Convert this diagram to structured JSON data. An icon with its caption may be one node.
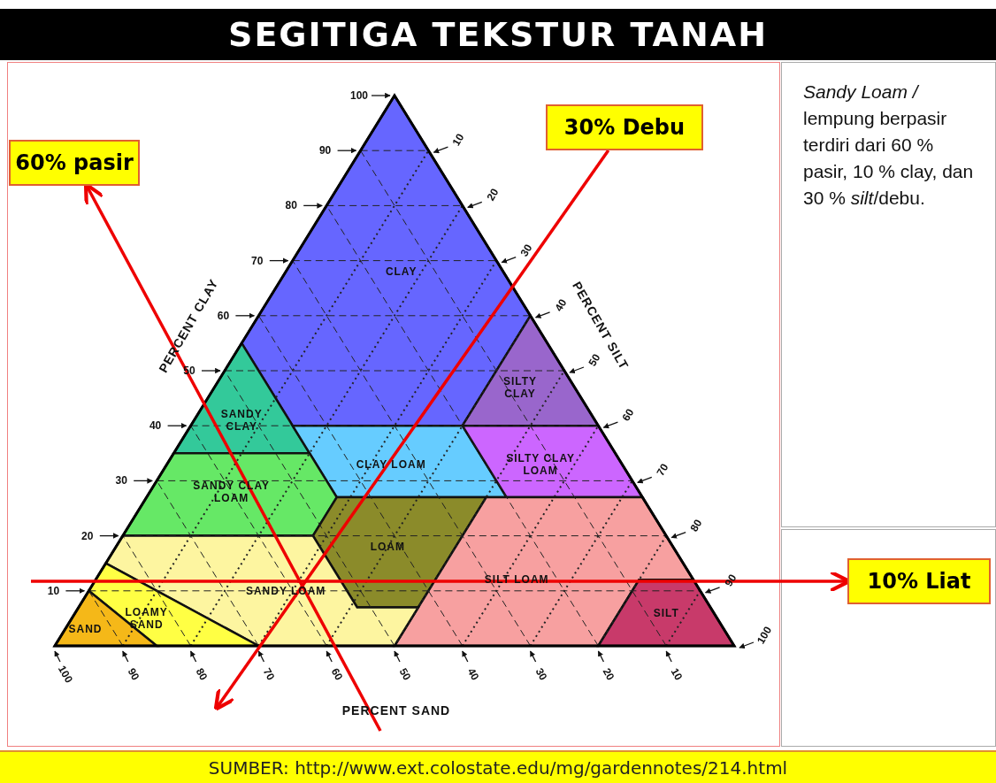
{
  "diagram": {
    "title": "SEGITIGA TEKSTUR TANAH",
    "caption": "SUMBER: http://www.ext.colostate.edu/mg/gardennotes/214.html",
    "nodes": [
      {
        "text": [
          "*Sandy Loam /* lempung berpasir terdiri dari 60 % pasir, 10 % clay, dan 30 % *silt*/debu."
        ]
      },
      {
        "text": [
          "30% Debu"
        ]
      },
      {
        "text": [
          "60% pasir"
        ]
      },
      {
        "text": [
          "CLAY"
        ]
      },
      {
        "text": [
          "SILTY CLAY"
        ]
      },
      {
        "text": [
          "SANDY CLAY"
        ]
      },
      {
        "text": [
          "CLAY LOAM"
        ]
      },
      {
        "text": [
          "SILTY CLAY LOAM"
        ]
      },
      {
        "text": [
          "SANDY CLAY LOAM"
        ]
      },
      {
        "text": [
          "LOAM"
        ]
      },
      {
        "text": [
          "SILT LOAM"
        ]
      },
      {
        "text": [
          "SANDY LOAM"
        ]
      },
      {
        "text": [
          "LOAMY SAND"
        ]
      },
      {
        "text": [
          "SILT"
        ]
      },
      {
        "text": [
          "SAND"
        ]
      },
      {
        "text": [
          "10% Liat"
        ]
      }
    ],
    "edges": [
      {
        "from": null,
        "to": 2,
        "arrow": "to"
      },
      {
        "from": 1,
        "to": null,
        "arrow": "to"
      },
      {
        "from": null,
        "to": 15,
        "arrow": "to"
      }
    ],
    "labels": [
      "100",
      "90",
      "80",
      "70",
      "60",
      "50",
      "40",
      "30",
      "20",
      "10",
      "PERCENT CLAY",
      "10",
      "20",
      "30",
      "40",
      "50",
      "60",
      "70",
      "80",
      "90",
      "100",
      "PERCENT SILT",
      "100",
      "90",
      "80",
      "70",
      "60",
      "50",
      "40",
      "30",
      "20",
      "10",
      "PERCENT SAND"
    ]
  }
}
